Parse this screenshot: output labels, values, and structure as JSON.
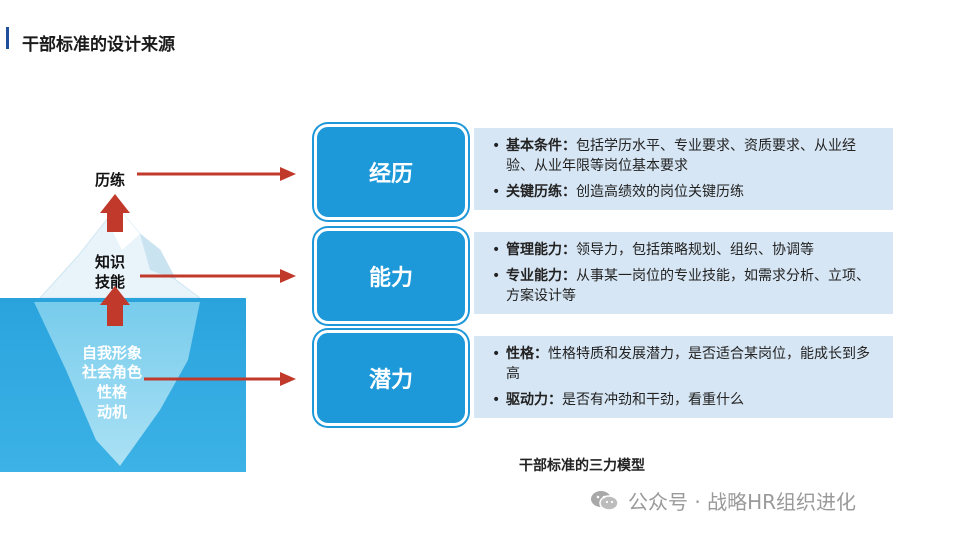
{
  "page": {
    "title": "干部标准的设计来源"
  },
  "iceberg": {
    "top_label": "历练",
    "mid_label_line1": "知识",
    "mid_label_line2": "技能",
    "under_lines": [
      "自我形象",
      "社会角色",
      "性格",
      "动机"
    ]
  },
  "categories": [
    {
      "name": "经历",
      "items": [
        {
          "key": "基本条件：",
          "text": "包括学历水平、专业要求、资质要求、从业经验、从业年限等岗位基本要求"
        },
        {
          "key": "关键历练：",
          "text": "创造高绩效的岗位关键历练"
        }
      ]
    },
    {
      "name": "能力",
      "items": [
        {
          "key": "管理能力：",
          "text": "领导力，包括策略规划、组织、协调等"
        },
        {
          "key": "专业能力：",
          "text": "从事某一岗位的专业技能，如需求分析、立项、方案设计等"
        }
      ]
    },
    {
      "name": "潜力",
      "items": [
        {
          "key": "性格：",
          "text": "性格特质和发展潜力，是否适合某岗位，能成长到多高"
        },
        {
          "key": "驱动力：",
          "text": "是否有冲劲和干劲，看重什么"
        }
      ]
    }
  ],
  "caption": "干部标准的三力模型",
  "watermark": {
    "text": "公众号 · 战略HR组织进化",
    "icon": "wechat-icon"
  },
  "colors": {
    "accent": "#1f4e9a",
    "box_blue": "#1d98d8",
    "panel_bg": "#d7e6f4",
    "arrow_red": "#c0392b"
  }
}
